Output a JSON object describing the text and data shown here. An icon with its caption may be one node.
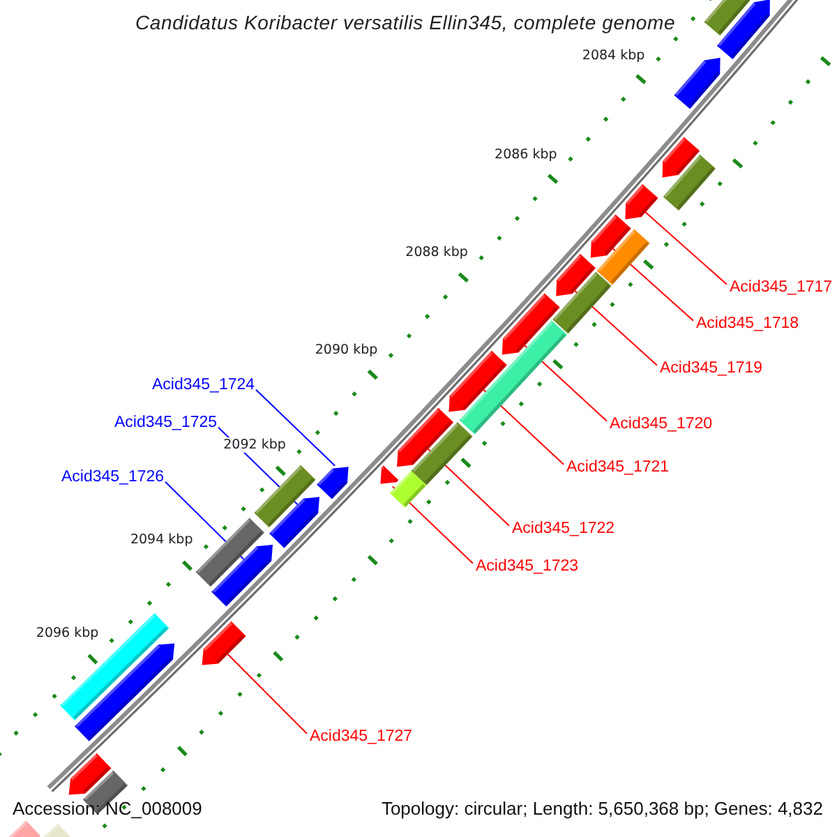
{
  "diagram": {
    "title": "Candidatus Koribacter versatilis Ellin345, complete genome",
    "nodes": [
      {
        "text": [
          "Acid345_1717"
        ]
      },
      {
        "text": [
          "Acid345_1718"
        ]
      },
      {
        "text": [
          "Acid345_1719"
        ]
      },
      {
        "text": [
          "Acid345_1724"
        ]
      },
      {
        "text": [
          "Acid345_1720"
        ]
      },
      {
        "text": [
          "Acid345_1725"
        ]
      },
      {
        "text": [
          "Acid345_1721"
        ]
      },
      {
        "text": [
          "Acid345_1726"
        ]
      },
      {
        "text": [
          "Acid345_1722"
        ]
      },
      {
        "text": [
          "Acid345_1723"
        ]
      },
      {
        "text": [
          "Acid345_1727"
        ]
      },
      {
        "text": [],
        "shape": "bar"
      },
      {
        "text": [],
        "shape": "arrow"
      },
      {
        "text": [],
        "shape": "arrow"
      },
      {
        "text": [],
        "shape": "arrow"
      },
      {
        "text": [],
        "shape": "bar"
      },
      {
        "text": [],
        "shape": "arrow"
      },
      {
        "text": [],
        "shape": "bar"
      },
      {
        "text": [],
        "shape": "arrow"
      },
      {
        "text": [],
        "shape": "arrow"
      },
      {
        "text": [],
        "shape": "bar"
      },
      {
        "text": [],
        "shape": "arrow"
      },
      {
        "text": [],
        "shape": "bar"
      },
      {
        "text": [],
        "shape": "arrow"
      },
      {
        "text": [],
        "shape": "bar"
      },
      {
        "text": [],
        "shape": "arrow"
      },
      {
        "text": [],
        "shape": "bar"
      },
      {
        "text": [],
        "shape": "arrow"
      },
      {
        "text": [],
        "shape": "arrow"
      },
      {
        "text": [],
        "shape": "bar"
      },
      {
        "text": [],
        "shape": "arrow"
      },
      {
        "text": [],
        "shape": "bar"
      },
      {
        "text": [],
        "shape": "arrow"
      },
      {
        "text": [],
        "shape": "arrow"
      },
      {
        "text": [],
        "shape": "bar"
      },
      {
        "text": [],
        "shape": "arrow"
      },
      {
        "text": [],
        "shape": "arrow"
      },
      {
        "text": [],
        "shape": "bar"
      },
      {
        "text": [],
        "shape": "bar"
      },
      {
        "text": [],
        "shape": "arrow"
      }
    ],
    "edges": [
      {
        "from": 0,
        "to": 16,
        "arrow": "none"
      },
      {
        "from": 1,
        "to": 18,
        "arrow": "none"
      },
      {
        "from": 2,
        "to": 19,
        "arrow": "none"
      },
      {
        "from": 3,
        "to": 28,
        "arrow": "none",
        "color": "#0000ff"
      },
      {
        "from": 4,
        "to": 21,
        "arrow": "none"
      },
      {
        "from": 5,
        "to": 30,
        "arrow": "none",
        "color": "#0000ff"
      },
      {
        "from": 6,
        "to": 23,
        "arrow": "none"
      },
      {
        "from": 7,
        "to": 32,
        "arrow": "none",
        "color": "#0000ff"
      },
      {
        "from": 8,
        "to": 25,
        "arrow": "none"
      },
      {
        "from": 9,
        "to": 27,
        "arrow": "none"
      },
      {
        "from": 10,
        "to": 33,
        "arrow": "none"
      }
    ],
    "labels": [
      "2084 kbp",
      "2086 kbp",
      "2088 kbp",
      "2090 kbp",
      "2092 kbp",
      "2094 kbp",
      "2096 kbp",
      "Accession: NC_008009",
      "Topology: circular; Length: 5,650,368 bp; Genes: 4,832"
    ]
  }
}
